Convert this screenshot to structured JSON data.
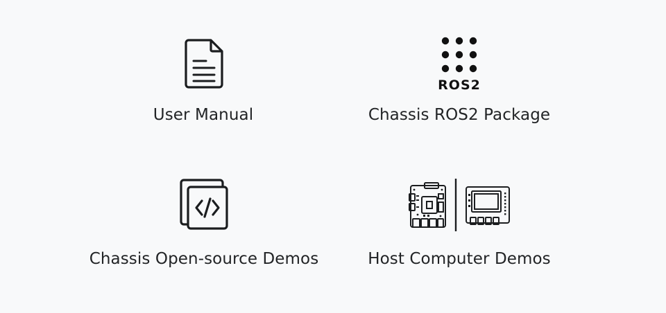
{
  "tiles": [
    {
      "label": "User Manual",
      "icon": "document-icon"
    },
    {
      "label": "Chassis ROS2 Package",
      "icon": "ros2-logo-icon",
      "icon_text": "ROS2"
    },
    {
      "label": "Chassis Open-source Demos",
      "icon": "code-files-icon"
    },
    {
      "label": "Host Computer Demos",
      "icon": "board-and-screen-icon"
    }
  ],
  "colors": {
    "background": "#f8f9fa",
    "ink": "#222426"
  }
}
